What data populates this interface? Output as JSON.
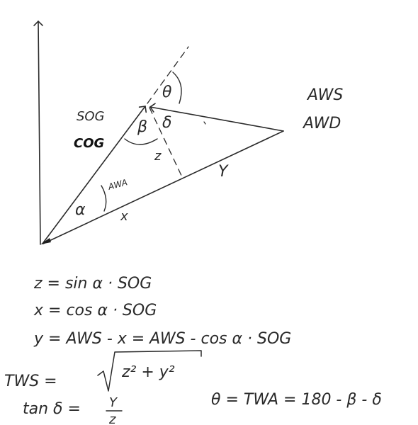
{
  "diagram": {
    "labels": {
      "sog": "SOG",
      "cog": "COG",
      "aws": "AWS",
      "awd": "AWD",
      "alpha": "α",
      "awa": "AWA",
      "beta": "β",
      "delta": "δ",
      "theta": "θ",
      "z": "z",
      "x": "x",
      "y": "Y"
    },
    "equations": [
      "z = sin α · SOG",
      "x = cos α · SOG",
      "y = AWS - x = AWS - cos α · SOG"
    ],
    "tws": {
      "lhs": "TWS =",
      "radicand": "z² + y²"
    },
    "tan_delta": {
      "lhs": "tan δ =",
      "numerator": "Y",
      "denominator": "z"
    },
    "theta_eq": "θ = TWA = 180 - β - δ"
  }
}
